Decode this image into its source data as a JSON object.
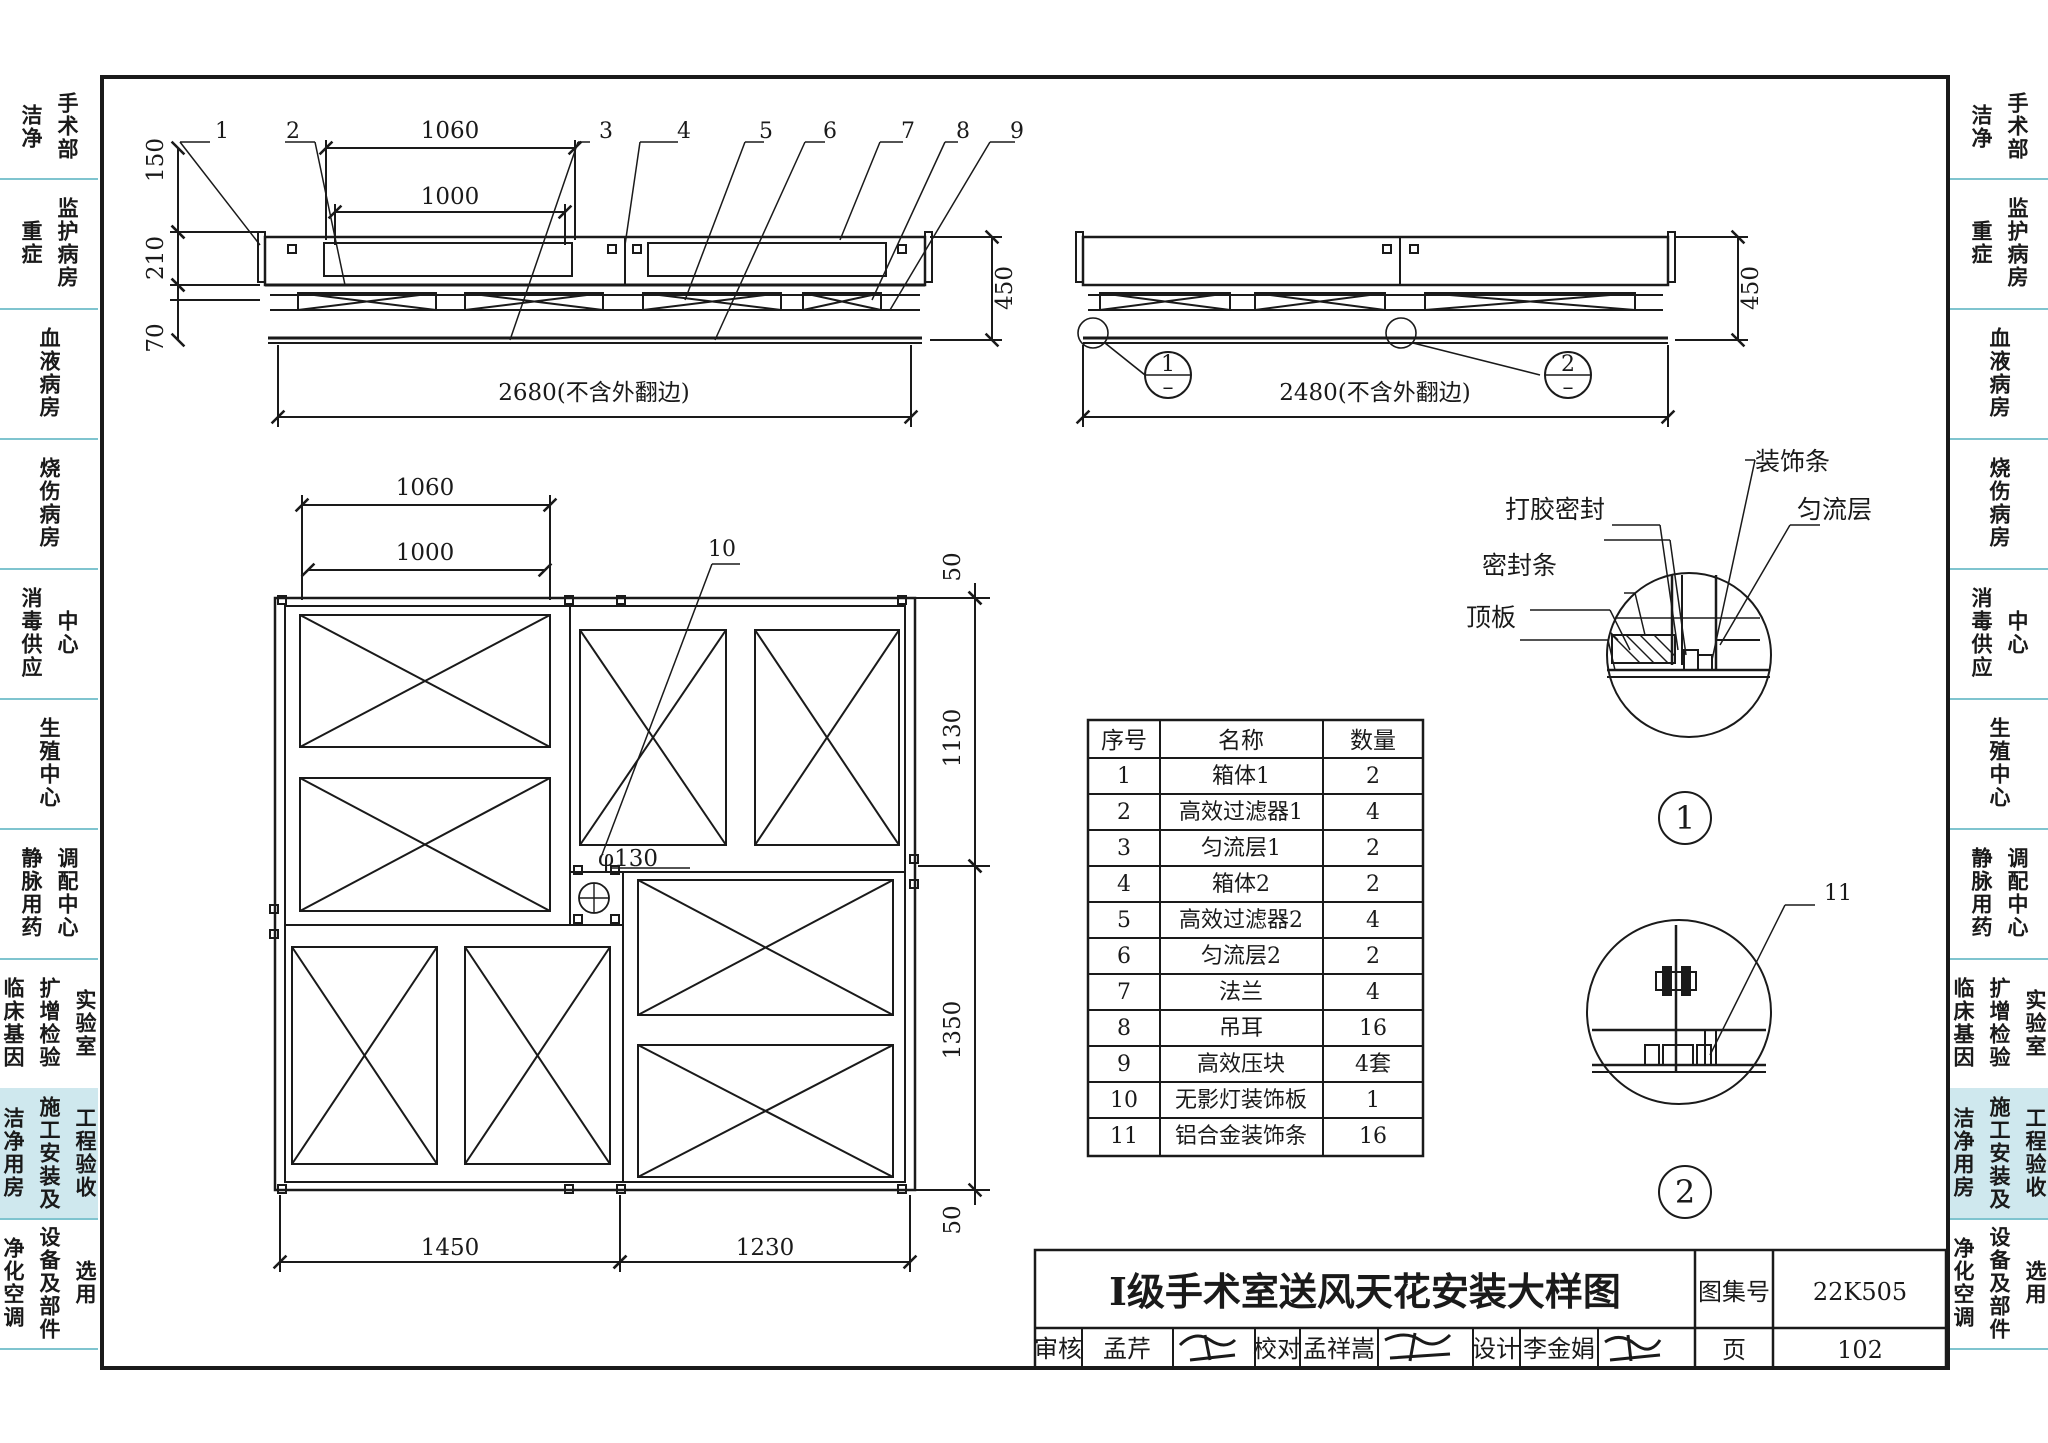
{
  "sidebar": {
    "tabs": [
      {
        "lines": [
          "洁净",
          "手术部"
        ]
      },
      {
        "lines": [
          "重症",
          "监护病房"
        ]
      },
      {
        "lines": [
          "血液病房"
        ]
      },
      {
        "lines": [
          "烧伤病房"
        ]
      },
      {
        "lines": [
          "消毒供应",
          "中心"
        ]
      },
      {
        "lines": [
          "生殖中心"
        ]
      },
      {
        "lines": [
          "静脉用药",
          "调配中心"
        ]
      },
      {
        "lines": [
          "临床基因",
          "扩增检验",
          "实验室"
        ]
      },
      {
        "lines": [
          "洁净用房",
          "施工安装及",
          "工程验收"
        ],
        "active": true
      },
      {
        "lines": [
          "净化空调",
          "设备及部件",
          "选用"
        ]
      }
    ]
  },
  "drawing": {
    "callouts": [
      "1",
      "2",
      "3",
      "4",
      "5",
      "6",
      "7",
      "8",
      "9",
      "10",
      "11"
    ],
    "side_view_1": {
      "dim_1060": "1060",
      "dim_1000": "1000",
      "dim_150": "150",
      "dim_210": "210",
      "dim_70": "70",
      "dim_450": "450",
      "dim_total": "2680(不含外翻边)"
    },
    "side_view_2": {
      "dim_450": "450",
      "dim_total": "2480(不含外翻边)",
      "marker_1": "1",
      "marker_2": "2",
      "marker_dash": "–"
    },
    "plan_view": {
      "dim_1060": "1060",
      "dim_1000": "1000",
      "dim_50_top": "50",
      "dim_1130": "1130",
      "dim_1350": "1350",
      "dim_50_bottom": "50",
      "dim_1450": "1450",
      "dim_1230": "1230",
      "dim_phi": "φ130"
    },
    "detail_1": {
      "label": "1",
      "annotations": {
        "zhuangshitiao": "装饰条",
        "dajiao": "打胶密封",
        "yunliuceng": "匀流层",
        "mifengtiao": "密封条",
        "dingban": "顶板"
      }
    },
    "detail_2": {
      "label": "2",
      "callout": "11"
    }
  },
  "parts_table": {
    "headers": [
      "序号",
      "名称",
      "数量"
    ],
    "rows": [
      [
        "1",
        "箱体1",
        "2"
      ],
      [
        "2",
        "高效过滤器1",
        "4"
      ],
      [
        "3",
        "匀流层1",
        "2"
      ],
      [
        "4",
        "箱体2",
        "2"
      ],
      [
        "5",
        "高效过滤器2",
        "4"
      ],
      [
        "6",
        "匀流层2",
        "2"
      ],
      [
        "7",
        "法兰",
        "4"
      ],
      [
        "8",
        "吊耳",
        "16"
      ],
      [
        "9",
        "高效压块",
        "4套"
      ],
      [
        "10",
        "无影灯装饰板",
        "1"
      ],
      [
        "11",
        "铝合金装饰条",
        "16"
      ]
    ]
  },
  "title_block": {
    "title": "I级手术室送风天花安装大样图",
    "atlas_label": "图集号",
    "atlas_no": "22K505",
    "page_label": "页",
    "page_no": "102",
    "review_label": "审核",
    "reviewer": "孟芹",
    "check_label": "校对",
    "checker": "孟祥嵩",
    "design_label": "设计",
    "designer": "李金娟"
  }
}
